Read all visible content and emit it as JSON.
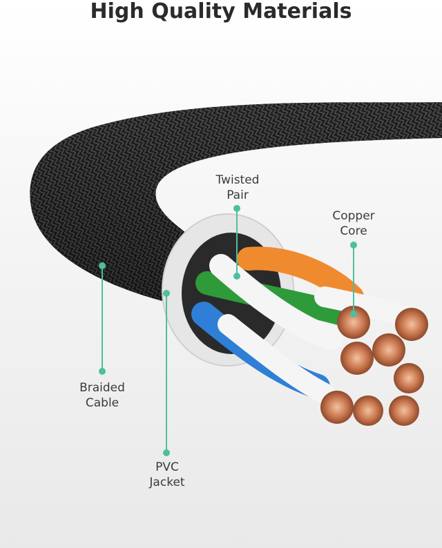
{
  "title": "High Quality Materials",
  "accent_color": "#4dbf9f",
  "labels": {
    "twisted_pair": {
      "line1": "Twisted",
      "line2": "Pair"
    },
    "copper_core": {
      "line1": "Copper",
      "line2": "Core"
    },
    "braided_cable": {
      "line1": "Braided",
      "line2": "Cable"
    },
    "pvc_jacket": {
      "line1": "PVC",
      "line2": "Jacket"
    }
  },
  "wire_colors": [
    "#f08a2e",
    "#2f9a3a",
    "#2f7fd6",
    "#7a4a2e",
    "#f5f5f5"
  ]
}
